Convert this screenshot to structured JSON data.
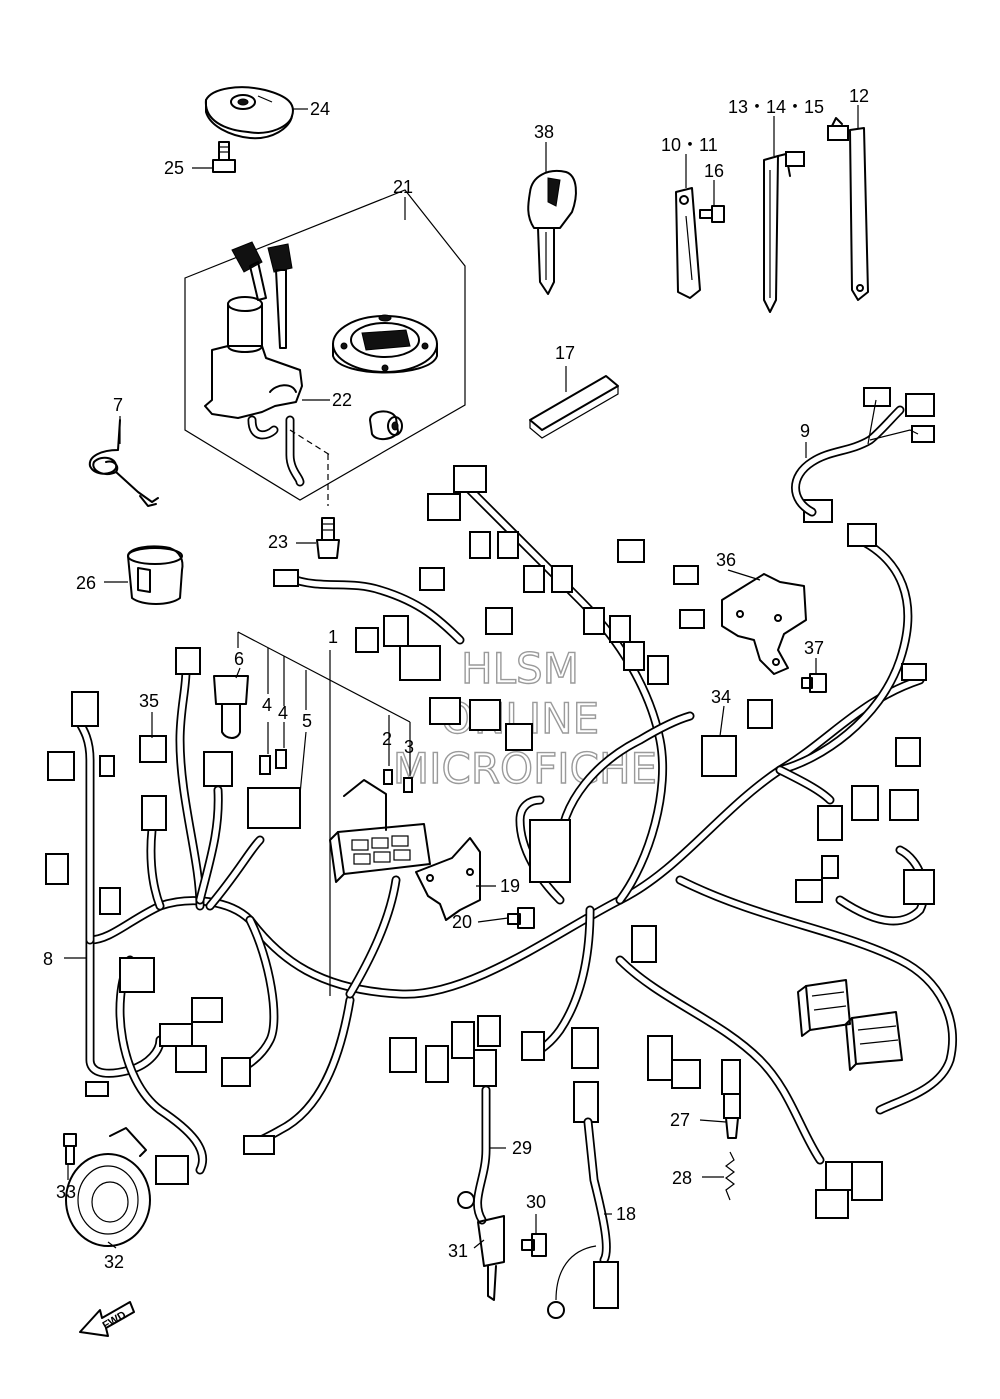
{
  "watermark": {
    "line1": "HLSM",
    "line2": "ONLINE",
    "line3": "MICROFICHE"
  },
  "fwd_arrow": {
    "label": "FWD"
  },
  "callouts": {
    "c1": "1",
    "c2": "2",
    "c3": "3",
    "c4a": "4",
    "c4b": "4",
    "c5": "5",
    "c6": "6",
    "c7": "7",
    "c8": "8",
    "c9": "9",
    "c10_11": "10・11",
    "c12": "12",
    "c13_14_15": "13・14・15",
    "c16": "16",
    "c17": "17",
    "c18": "18",
    "c19": "19",
    "c20": "20",
    "c21": "21",
    "c22": "22",
    "c23": "23",
    "c24": "24",
    "c25": "25",
    "c26": "26",
    "c27": "27",
    "c28": "28",
    "c29": "29",
    "c30": "30",
    "c31": "31",
    "c32": "32",
    "c33": "33",
    "c34": "34",
    "c35": "35",
    "c36": "36",
    "c37": "37",
    "c38": "38"
  }
}
